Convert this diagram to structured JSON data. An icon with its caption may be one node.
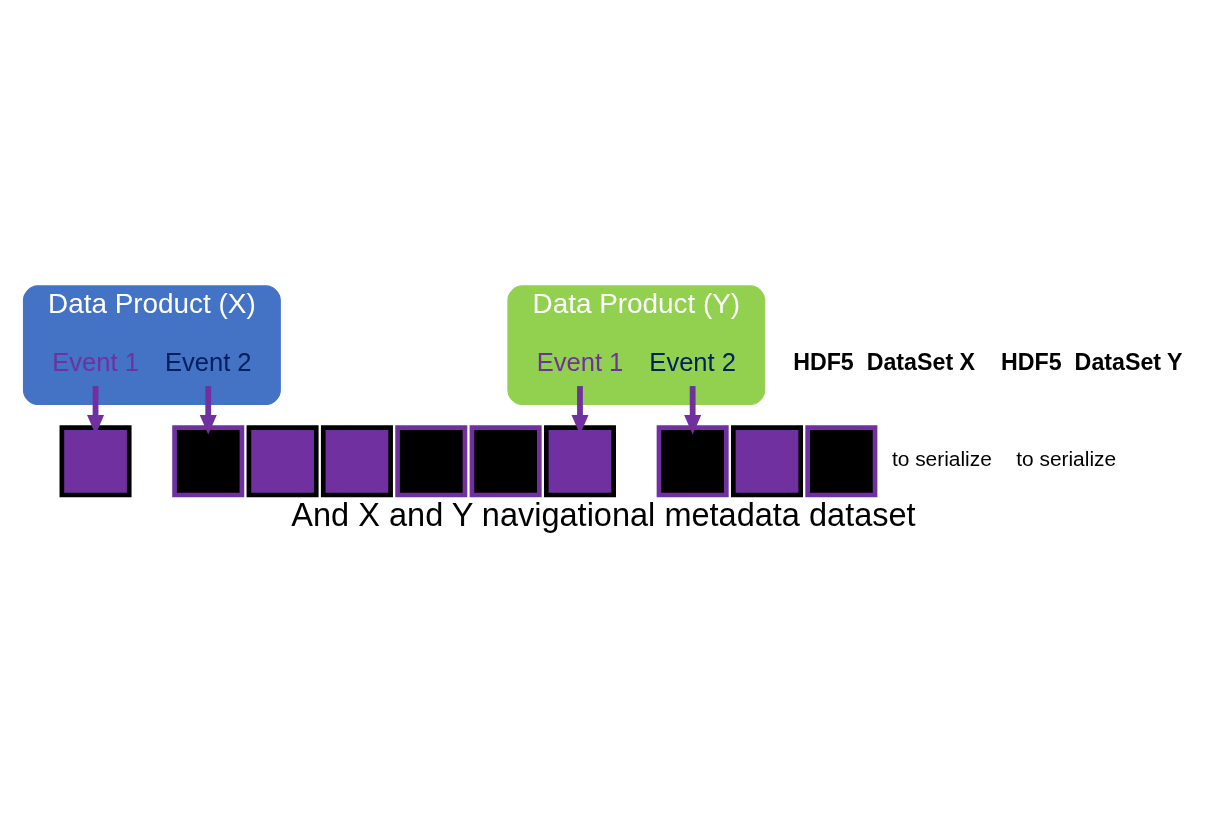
{
  "diagram": {
    "caption": "And X and Y navigational metadata dataset",
    "nodes": [
      {
        "text": [
          "Data Product (X)"
        ]
      },
      {
        "text": [
          "Event 1"
        ],
        "in": 0
      },
      {
        "text": [
          "Event 2"
        ],
        "in": 0
      },
      {
        "text": [],
        "shape": "box"
      },
      {
        "text": [],
        "shape": "box"
      },
      {
        "text": [],
        "shape": "box"
      },
      {
        "text": [],
        "shape": "box"
      },
      {
        "text": [],
        "shape": "box"
      },
      {
        "text": [],
        "shape": "box"
      },
      {
        "text": [
          "Data Product (Y)"
        ]
      },
      {
        "text": [
          "Event 1"
        ],
        "in": 9
      },
      {
        "text": [
          "Event 2"
        ],
        "in": 9
      },
      {
        "text": [],
        "shape": "box"
      },
      {
        "text": [],
        "shape": "box"
      },
      {
        "text": [],
        "shape": "box"
      },
      {
        "text": [],
        "shape": "box"
      }
    ],
    "edges": [
      {
        "from": 1,
        "to": 5,
        "arrow": "to"
      },
      {
        "from": 2,
        "to": 7,
        "arrow": "to"
      },
      {
        "from": 10,
        "to": 13,
        "arrow": "to"
      },
      {
        "from": 11,
        "to": 15,
        "arrow": "to"
      }
    ],
    "labels": [
      "HDF5  DataSet X",
      "to serialize",
      "HDF5  DataSet Y",
      "to serialize"
    ]
  }
}
